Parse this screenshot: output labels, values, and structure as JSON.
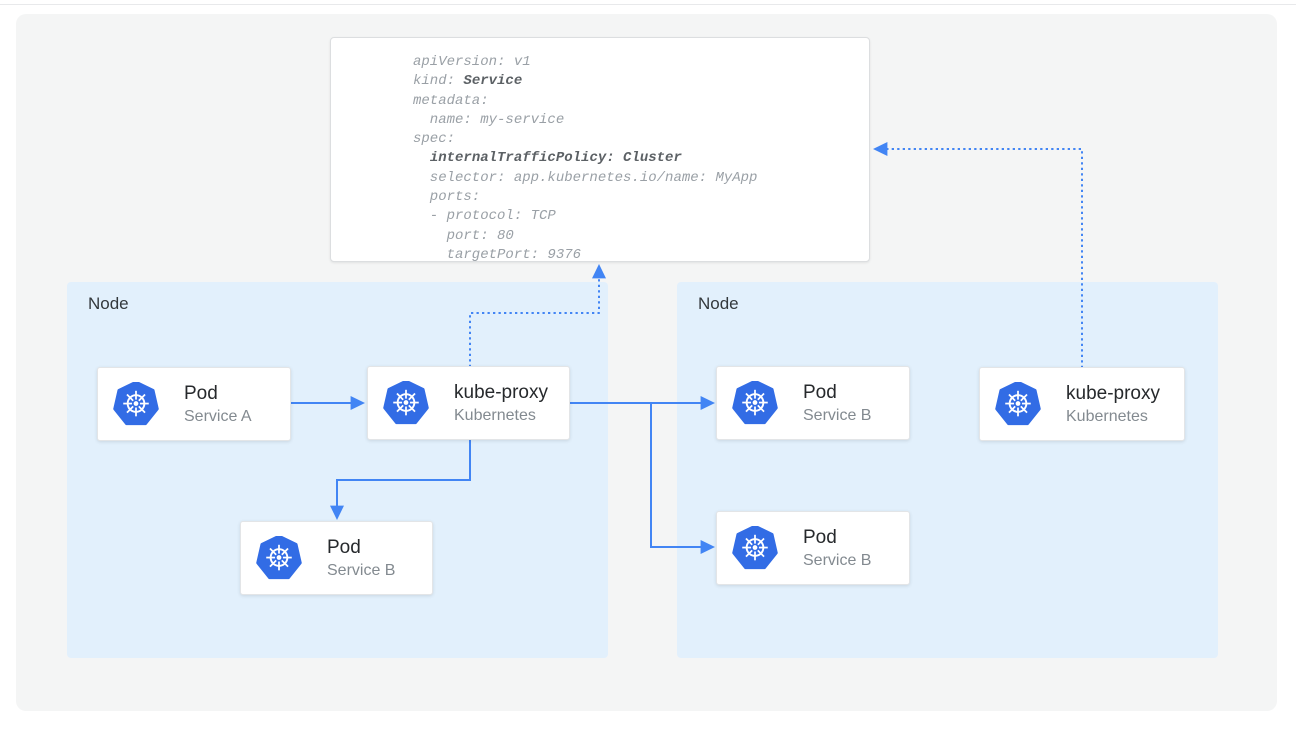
{
  "yaml_card": {
    "lines": [
      {
        "text": "apiVersion: v1"
      },
      {
        "pre": "kind: ",
        "bold": "Service"
      },
      {
        "text": "metadata:"
      },
      {
        "text": "  name: my-service"
      },
      {
        "text": "spec:"
      },
      {
        "pre": "  ",
        "bold": "internalTrafficPolicy: Cluster"
      },
      {
        "text": "  selector: app.kubernetes.io/name: MyApp"
      },
      {
        "text": "  ports:"
      },
      {
        "text": "  - protocol: TCP"
      },
      {
        "text": "    port: 80"
      },
      {
        "text": "    targetPort: 9376"
      }
    ]
  },
  "nodes": [
    {
      "label": "Node"
    },
    {
      "label": "Node"
    }
  ],
  "cards": [
    {
      "title": "Pod",
      "subtitle": "Service A",
      "icon": "kubernetes-logo"
    },
    {
      "title": "kube-proxy",
      "subtitle": "Kubernetes",
      "icon": "kubernetes-logo"
    },
    {
      "title": "Pod",
      "subtitle": "Service B",
      "icon": "kubernetes-logo"
    },
    {
      "title": "Pod",
      "subtitle": "Service B",
      "icon": "kubernetes-logo"
    },
    {
      "title": "Pod",
      "subtitle": "Service B",
      "icon": "kubernetes-logo"
    },
    {
      "title": "kube-proxy",
      "subtitle": "Kubernetes",
      "icon": "kubernetes-logo"
    }
  ],
  "connections": [
    {
      "from": "pod-service-a",
      "to": "kube-proxy-left",
      "style": "solid-arrow"
    },
    {
      "from": "kube-proxy-left",
      "to": "pod-service-b-left",
      "style": "solid-arrow"
    },
    {
      "from": "kube-proxy-left",
      "to": "pod-service-b-right-top",
      "style": "solid-arrow"
    },
    {
      "from": "kube-proxy-left",
      "to": "pod-service-b-right-bottom",
      "style": "solid-arrow"
    },
    {
      "from": "kube-proxy-left",
      "to": "service-yaml-card",
      "style": "dotted-arrow"
    },
    {
      "from": "kube-proxy-right",
      "to": "service-yaml-card",
      "style": "dotted-arrow"
    }
  ],
  "colors": {
    "arrow_blue": "#4285f4",
    "kubernetes_blue": "#326ce5",
    "node_background": "#e2f0fc",
    "panel_background": "#f4f5f5",
    "yaml_regular_text": "#9aa0a6",
    "yaml_bold_text": "#5c6165"
  }
}
